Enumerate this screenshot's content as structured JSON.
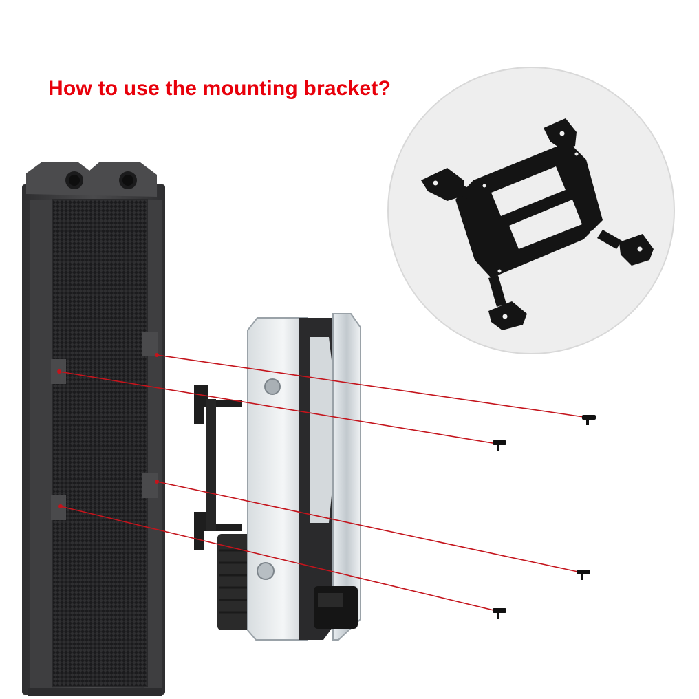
{
  "title": "How to use the mounting bracket?",
  "colors": {
    "title": "#e8000b",
    "guide_line": "#c4141c",
    "radiator_frame": "#3a3a3c",
    "radiator_mesh": "#1d1d1f",
    "bracket": "#141414",
    "inset_circle": "#eeeeee",
    "pump_body": "#cfd5d9"
  },
  "icons": [
    "radiator",
    "pump-reservoir",
    "mounting-bracket",
    "screw"
  ]
}
